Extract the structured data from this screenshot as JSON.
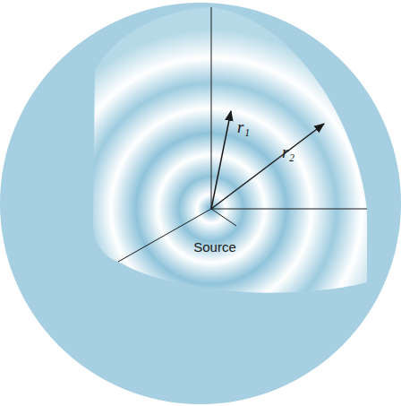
{
  "diagram": {
    "labels": [
      "r₁",
      "r₂",
      "Source"
    ]
  }
}
